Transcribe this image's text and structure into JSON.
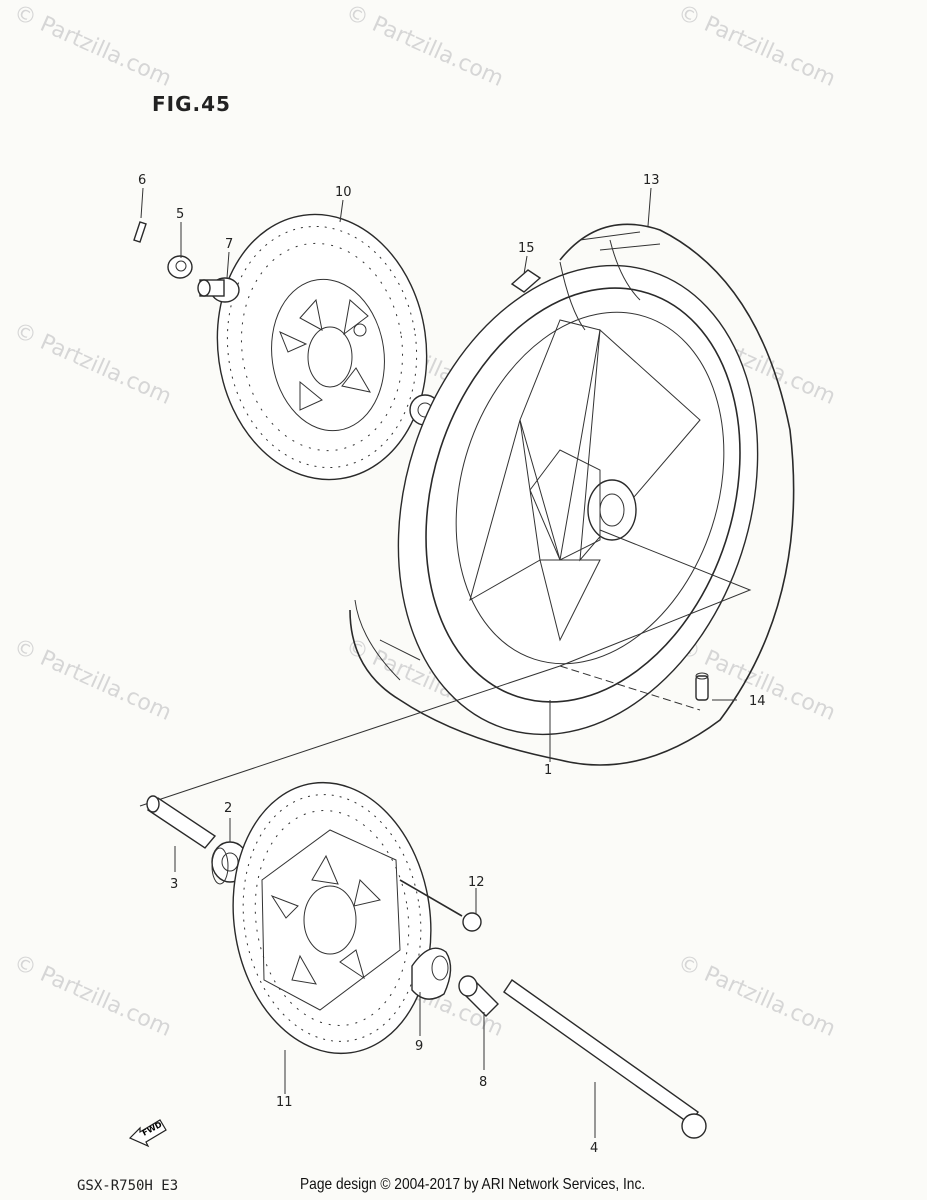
{
  "figure": {
    "title": "FIG.45"
  },
  "model_code": "GSX-R750H E3",
  "footer": {
    "text": "Page design © 2004-2017 by ARI Network Services, Inc."
  },
  "watermark": {
    "text": "© Partzilla.com"
  },
  "fwd": {
    "text": "FWD"
  },
  "callouts": [
    "1",
    "2",
    "3",
    "4",
    "5",
    "6",
    "7",
    "8",
    "9",
    "10",
    "11",
    "12",
    "13",
    "14",
    "15"
  ],
  "colors": {
    "ink": "#2a2a2a",
    "paper": "#fbfbf8",
    "watermark": "#d6d6d6"
  }
}
